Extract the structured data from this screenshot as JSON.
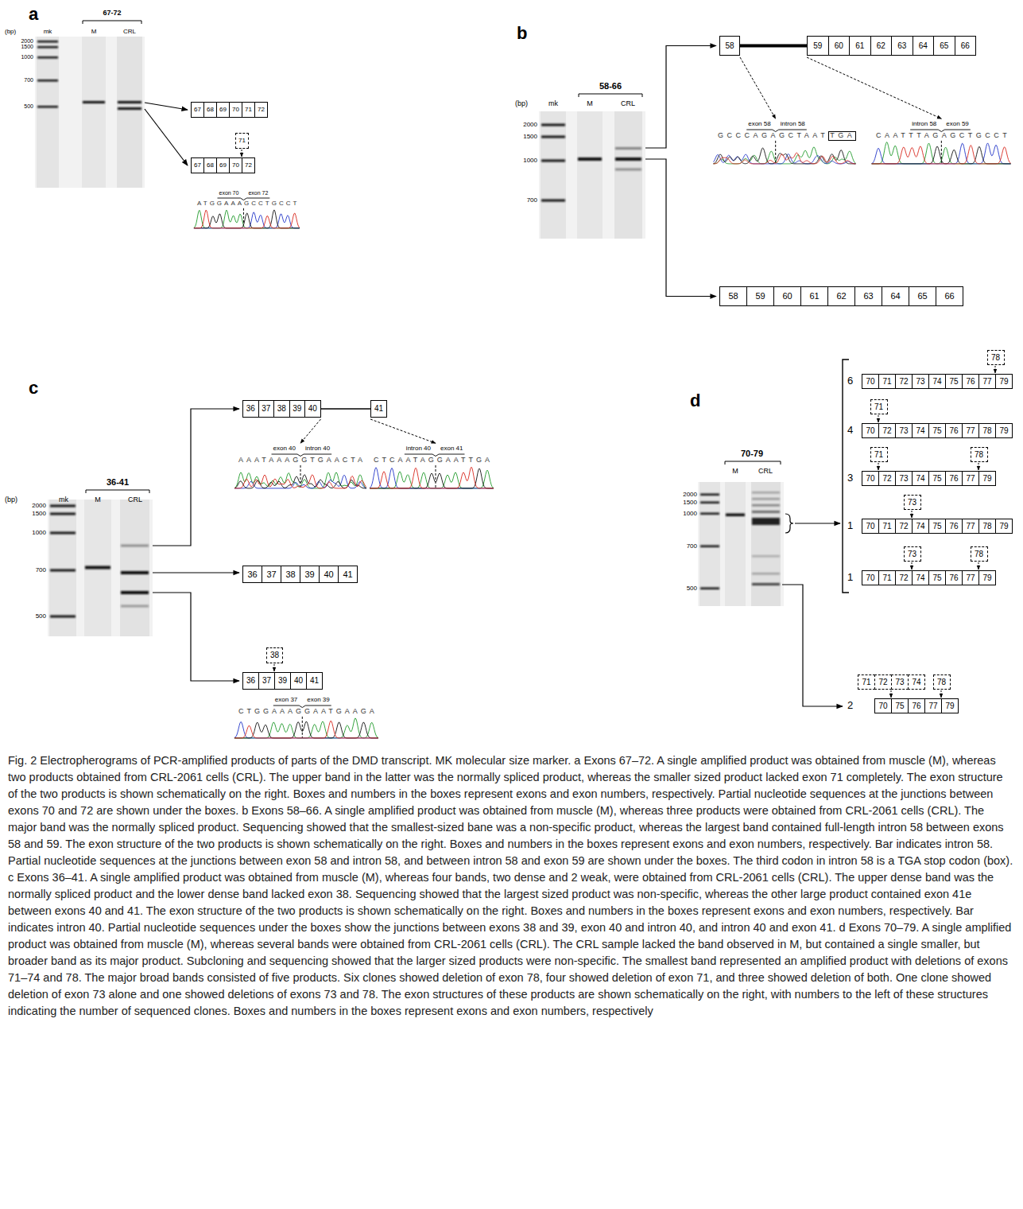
{
  "diagram": {
    "caption": "Fig. 2 Electropherograms of PCR-amplified products of parts of the DMD transcript. MK molecular size marker. a Exons 67–72. A single amplified product was obtained from muscle (M), whereas two products obtained from CRL-2061 cells (CRL). The upper band in the latter was the normally spliced product, whereas the smaller sized product lacked exon 71 completely. The exon structure of the two products is shown schematically on the right. Boxes and numbers in the boxes represent exons and exon numbers, respectively. Partial nucleotide sequences at the junctions between exons 70 and 72 are shown under the boxes. b Exons 58–66. A single amplified product was obtained from muscle (M), whereas three products were obtained from CRL-2061 cells (CRL). The major band was the normally spliced product. Sequencing showed that the smallest-sized bane was a non-specific product, whereas the largest band contained full-length intron 58 between exons 58 and 59. The exon structure of the two products is shown schematically on the right. Boxes and numbers in the boxes represent exons and exon numbers, respectively. Bar indicates intron 58. Partial nucleotide sequences at the junctions between exon 58 and intron 58, and between intron 58 and exon 59 are shown under the boxes. The third codon in intron 58 is a TGA stop codon (box). c Exons 36–41. A single amplified product was obtained from muscle (M), whereas four bands, two dense and 2 weak, were obtained from CRL-2061 cells (CRL). The upper dense band was the normally spliced product and the lower dense band lacked exon 38. Sequencing showed that the largest sized product was non-specific, whereas the other large product contained exon 41e between exons 40 and 41. The exon structure of the two products is shown schematically on the right. Boxes and numbers in the boxes represent exons and exon numbers, respectively. Bar indicates intron 40. Partial nucleotide sequences under the boxes show the junctions between exons 38 and 39, exon 40 and intron 40, and intron 40 and exon 41. d Exons 70–79. A single amplified product was obtained from muscle (M), whereas several bands were obtained from CRL-2061 cells (CRL). The CRL sample lacked the band observed in M, but contained a single smaller, but broader band as its major product. Subcloning and sequencing showed that the larger sized products were non-specific. The smallest band represented an amplified product with deletions of exons 71–74 and 78. The major broad bands consisted of five products. Six clones showed deletion of exon 78, four showed deletion of exon 71, and three showed deletion of both. One clone showed deletion of exon 73 alone and one showed deletions of exons 73 and 78. The exon structures of these products are shown schematically on the right, with numbers to the left of these structures indicating the number of sequenced clones. Boxes and numbers in the boxes represent exons and exon numbers, respectively",
    "nodes": [
      {
        "text": [
          "67"
        ]
      },
      {
        "text": [
          "68"
        ]
      },
      {
        "text": [
          "69"
        ]
      },
      {
        "text": [
          "70"
        ]
      },
      {
        "text": [
          "71"
        ]
      },
      {
        "text": [
          "72"
        ]
      },
      {
        "text": [
          "71"
        ]
      },
      {
        "text": [
          "67"
        ]
      },
      {
        "text": [
          "68"
        ]
      },
      {
        "text": [
          "69"
        ]
      },
      {
        "text": [
          "70"
        ]
      },
      {
        "text": [
          "72"
        ]
      },
      {
        "text": [
          "58"
        ]
      },
      {
        "text": [
          "59"
        ]
      },
      {
        "text": [
          "60"
        ]
      },
      {
        "text": [
          "61"
        ]
      },
      {
        "text": [
          "62"
        ]
      },
      {
        "text": [
          "63"
        ]
      },
      {
        "text": [
          "64"
        ]
      },
      {
        "text": [
          "65"
        ]
      },
      {
        "text": [
          "66"
        ]
      },
      {
        "text": [
          "TGA"
        ]
      },
      {
        "text": [
          "58"
        ]
      },
      {
        "text": [
          "59"
        ]
      },
      {
        "text": [
          "60"
        ]
      },
      {
        "text": [
          "61"
        ]
      },
      {
        "text": [
          "62"
        ]
      },
      {
        "text": [
          "63"
        ]
      },
      {
        "text": [
          "64"
        ]
      },
      {
        "text": [
          "65"
        ]
      },
      {
        "text": [
          "66"
        ]
      },
      {
        "text": [
          "36"
        ]
      },
      {
        "text": [
          "37"
        ]
      },
      {
        "text": [
          "38"
        ]
      },
      {
        "text": [
          "39"
        ]
      },
      {
        "text": [
          "40"
        ]
      },
      {
        "text": [
          "41"
        ]
      },
      {
        "text": [
          "36"
        ]
      },
      {
        "text": [
          "37"
        ]
      },
      {
        "text": [
          "38"
        ]
      },
      {
        "text": [
          "39"
        ]
      },
      {
        "text": [
          "40"
        ]
      },
      {
        "text": [
          "41"
        ]
      },
      {
        "text": [
          "38"
        ]
      },
      {
        "text": [
          "36"
        ]
      },
      {
        "text": [
          "37"
        ]
      },
      {
        "text": [
          "39"
        ]
      },
      {
        "text": [
          "40"
        ]
      },
      {
        "text": [
          "41"
        ]
      },
      {
        "text": [
          "78"
        ]
      },
      {
        "text": [
          "70"
        ]
      },
      {
        "text": [
          "71"
        ]
      },
      {
        "text": [
          "72"
        ]
      },
      {
        "text": [
          "73"
        ]
      },
      {
        "text": [
          "74"
        ]
      },
      {
        "text": [
          "75"
        ]
      },
      {
        "text": [
          "76"
        ]
      },
      {
        "text": [
          "77"
        ]
      },
      {
        "text": [
          "79"
        ]
      },
      {
        "text": [
          "71"
        ]
      },
      {
        "text": [
          "70"
        ]
      },
      {
        "text": [
          "72"
        ]
      },
      {
        "text": [
          "73"
        ]
      },
      {
        "text": [
          "74"
        ]
      },
      {
        "text": [
          "75"
        ]
      },
      {
        "text": [
          "76"
        ]
      },
      {
        "text": [
          "77"
        ]
      },
      {
        "text": [
          "78"
        ]
      },
      {
        "text": [
          "79"
        ]
      },
      {
        "text": [
          "71"
        ]
      },
      {
        "text": [
          "78"
        ]
      },
      {
        "text": [
          "70"
        ]
      },
      {
        "text": [
          "72"
        ]
      },
      {
        "text": [
          "73"
        ]
      },
      {
        "text": [
          "74"
        ]
      },
      {
        "text": [
          "75"
        ]
      },
      {
        "text": [
          "76"
        ]
      },
      {
        "text": [
          "77"
        ]
      },
      {
        "text": [
          "79"
        ]
      },
      {
        "text": [
          "73"
        ]
      },
      {
        "text": [
          "70"
        ]
      },
      {
        "text": [
          "71"
        ]
      },
      {
        "text": [
          "72"
        ]
      },
      {
        "text": [
          "74"
        ]
      },
      {
        "text": [
          "75"
        ]
      },
      {
        "text": [
          "76"
        ]
      },
      {
        "text": [
          "77"
        ]
      },
      {
        "text": [
          "78"
        ]
      },
      {
        "text": [
          "79"
        ]
      },
      {
        "text": [
          "73"
        ]
      },
      {
        "text": [
          "78"
        ]
      },
      {
        "text": [
          "70"
        ]
      },
      {
        "text": [
          "71"
        ]
      },
      {
        "text": [
          "72"
        ]
      },
      {
        "text": [
          "74"
        ]
      },
      {
        "text": [
          "75"
        ]
      },
      {
        "text": [
          "76"
        ]
      },
      {
        "text": [
          "77"
        ]
      },
      {
        "text": [
          "79"
        ]
      },
      {
        "text": [
          "71"
        ]
      },
      {
        "text": [
          "72"
        ]
      },
      {
        "text": [
          "73"
        ]
      },
      {
        "text": [
          "74"
        ]
      },
      {
        "text": [
          "78"
        ]
      },
      {
        "text": [
          "70"
        ]
      },
      {
        "text": [
          "75"
        ]
      },
      {
        "text": [
          "76"
        ]
      },
      {
        "text": [
          "77"
        ]
      },
      {
        "text": [
          "79"
        ]
      }
    ],
    "edges": [
      {
        "from": 12,
        "to": 13,
        "arrow": "none"
      },
      {
        "from": 35,
        "to": 36,
        "arrow": "none"
      }
    ],
    "labels": [
      "a",
      "67-72",
      "(bp)",
      "mk",
      "M",
      "CRL",
      "2000",
      "1500",
      "1000",
      "700",
      "500",
      "exon 70",
      "exon 72",
      "ATGGAAAGCCTGCCT",
      "b",
      "58-66",
      "(bp)",
      "mk",
      "M",
      "CRL",
      "2000",
      "1500",
      "1000",
      "700",
      "exon 58",
      "intron 58",
      "GCCCAGAGCTAAT",
      "intron 58",
      "exon 59",
      "CAATTTAGAGCTGCCT",
      "c",
      "36-41",
      "(bp)",
      "mk",
      "M",
      "CRL",
      "2000",
      "1500",
      "1000",
      "700",
      "500",
      "exon 40",
      "intron 40",
      "AAATAAAGGTGAACTA",
      "intron 40",
      "exon 41",
      "CTCAATAGGAATTGA",
      "exon 37",
      "exon 39",
      "CTGGAAAGGAATGAAGA",
      "d",
      "70-79",
      "M",
      "CRL",
      "2000",
      "1500",
      "1000",
      "700",
      "500",
      "6",
      "4",
      "3",
      "1",
      "1",
      "2"
    ]
  }
}
